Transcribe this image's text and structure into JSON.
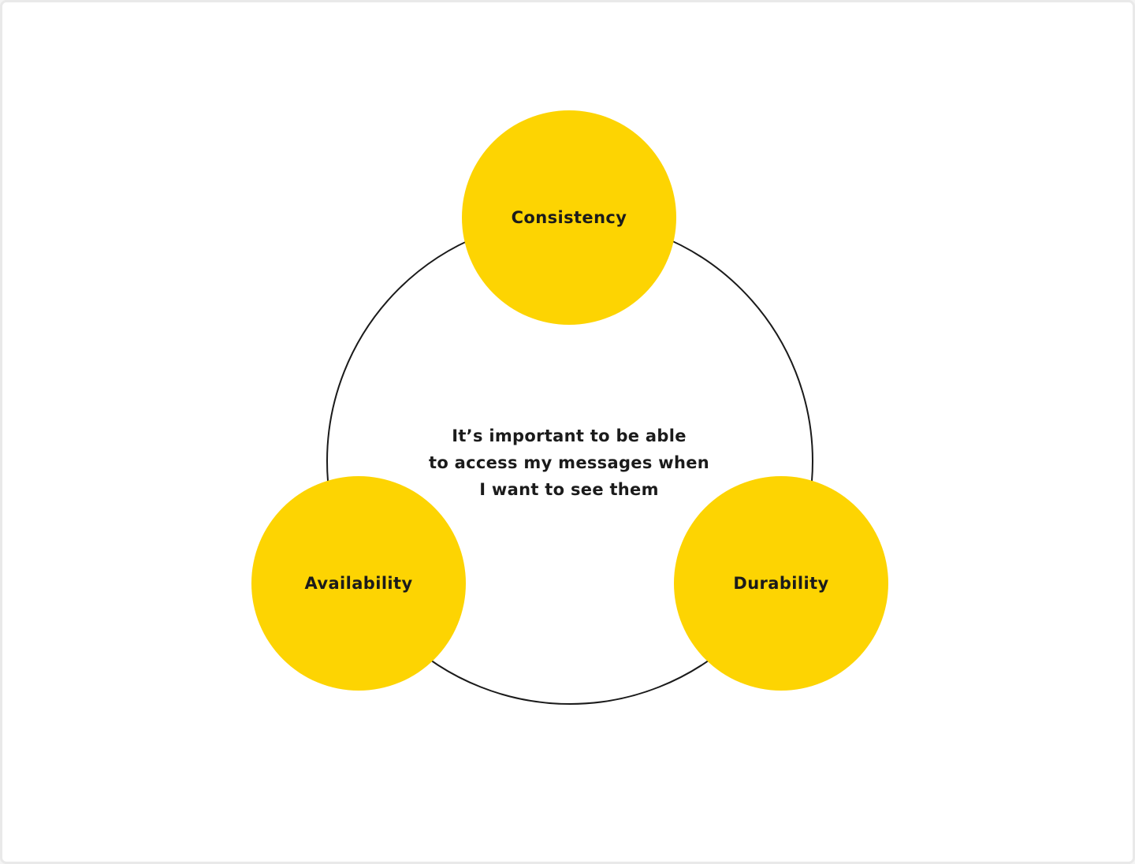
{
  "diagram": {
    "type": "venn-style ring with three nodes",
    "colors": {
      "background": "#ffffff",
      "frame": "#e9e9e9",
      "node_fill": "#fdd402",
      "ring_stroke": "#1a1a1a",
      "text": "#1b1b1b"
    },
    "nodes": [
      {
        "id": "consistency",
        "label": "Consistency"
      },
      {
        "id": "availability",
        "label": "Availability"
      },
      {
        "id": "durability",
        "label": "Durability"
      }
    ],
    "center_text": {
      "lines": [
        "It’s important to be able",
        "to access my messages when",
        "I want to see them"
      ]
    }
  }
}
